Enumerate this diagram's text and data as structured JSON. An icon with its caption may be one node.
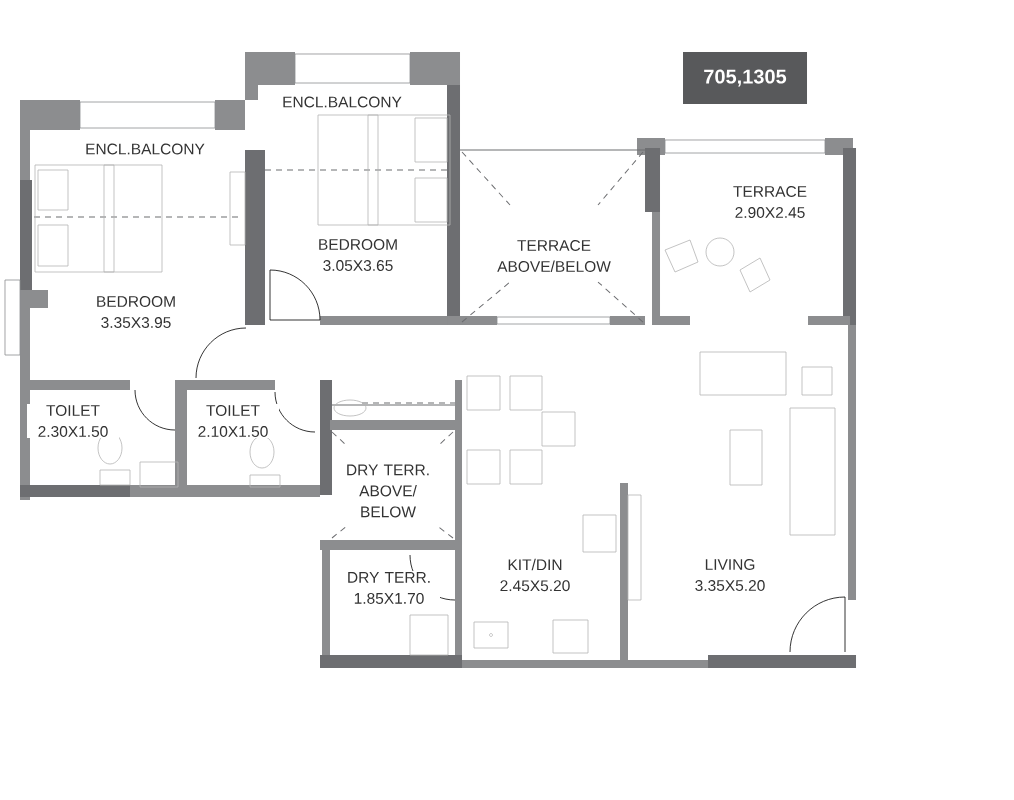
{
  "diagram": {
    "nodes": [
      {
        "text": [
          "705,1305"
        ]
      },
      {
        "text": [
          "ENCL.BALCONY"
        ]
      },
      {
        "text": [
          "ENCL.BALCONY"
        ]
      },
      {
        "text": [
          "TERRACE",
          "2.90X2.45"
        ]
      },
      {
        "text": [
          "BEDROOM",
          "3.05X3.65"
        ]
      },
      {
        "text": [
          "TERRACE ABOVE/BELOW"
        ]
      },
      {
        "text": [
          "BEDROOM",
          "3.35X3.95"
        ]
      },
      {
        "text": [
          "TOILET",
          "2.30X1.50"
        ]
      },
      {
        "text": [
          "TOILET",
          "2.10X1.50"
        ]
      },
      {
        "text": [
          "DRY TERR. ABOVE/ BELOW"
        ]
      },
      {
        "text": [
          "KIT/DIN",
          "2.45X5.20"
        ]
      },
      {
        "text": [
          "LIVING",
          "3.35X5.20"
        ]
      },
      {
        "text": [
          "DRY TERR.",
          "1.85X1.70"
        ]
      }
    ]
  }
}
